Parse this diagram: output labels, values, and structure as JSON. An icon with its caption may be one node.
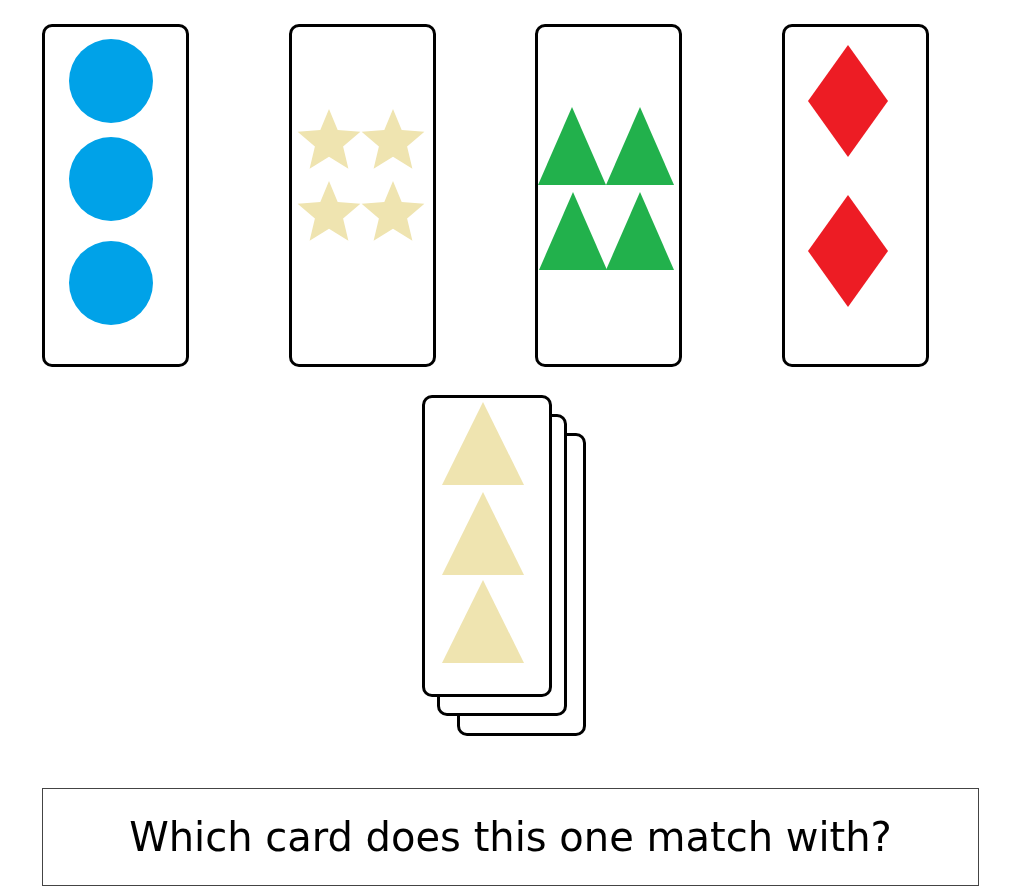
{
  "diagram": {
    "nodes": [
      {
        "text": [],
        "shape": "box"
      },
      {
        "text": [],
        "shape": "box"
      },
      {
        "text": [],
        "shape": "box"
      },
      {
        "text": [],
        "shape": "box"
      },
      {
        "text": [],
        "shape": "stack"
      },
      {
        "text": [
          "Which card does this one match with?"
        ]
      }
    ]
  }
}
